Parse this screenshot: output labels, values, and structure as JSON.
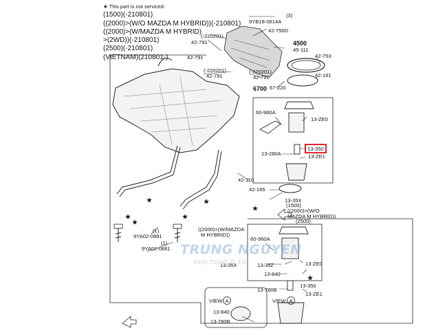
{
  "notes": {
    "star_note": "★ This part is not serviced.",
    "line1": "(1500)(-210801)",
    "line2": "((2000)>(W/O MAZDA M HYBRID))(-210801)",
    "line3": "((2000)>(W/MAZDA M HYBRID)",
    "line4": ">(2WD))(-210801)",
    "line5": "(2500)(-210801)",
    "line6": "(VIETNAM)(210801-)"
  },
  "callouts": {
    "c_9yb": "9YB18-0614A",
    "c_9yb_q": "(3)",
    "c_42750d": "42-750D",
    "c_220201a": "(-220201)",
    "c_42791a": "42-791",
    "c_42791b": "42-791",
    "c_220201b": "(-220201)",
    "c_42791c": "42-791",
    "c_220201c": "(-220201)",
    "c_42791d": "42-791",
    "c_4500": "4500",
    "c_45111": "45-111",
    "c_4275x": "42-75X",
    "c_42161": "42-161",
    "c_6700": "6700",
    "c_67220": "67-220",
    "c_60960a": "60-960A",
    "c_13ze0": "13-ZE0",
    "c_13350": "13-350",
    "c_13280a": "13-280A",
    "c_13ze1": "13-ZE1",
    "c_42110": "42-110",
    "c_42165": "42-165",
    "c_1335x": "13-35X",
    "c_1500": "(1500)",
    "c_wo1": "((2000)>(W/O",
    "c_wo2": "MAZDA M HYBRID))",
    "c_2500": "(2500)",
    "c_9ya1": "9YA02-0881",
    "c_9ya1q": "(1)",
    "c_9ya2": "9YA02-0881",
    "c_9ya2q": "(1)",
    "c_wm1": "((2000)>(W/MAZDA",
    "c_wm2": "M HYBRID))",
    "c_60960a_b": "60-960A",
    "c_1335x_b": "13-35X",
    "c_1335z": "13-35Z",
    "c_13ze0_b": "13-ZE0",
    "c_13840": "13-840",
    "c_13350_b": "13-350",
    "c_13780b": "13-780B",
    "c_13ze1_b": "13-ZE1",
    "c_view": "VIEW",
    "c_view_a": "A",
    "c_view_b": "VIEW",
    "c_view_b_a": "A",
    "c_13840_b": "13-840",
    "c_13780b_b": "13-780B"
  },
  "watermark": {
    "brand": "TRUNG NGUYEN",
    "tagline": "PHỤ TÙNG Ô TÔ"
  },
  "colors": {
    "highlight": "#e8202a",
    "line": "#222222",
    "tank_fill": "#f3f3f3",
    "shield_fill": "#d8d8d8"
  }
}
